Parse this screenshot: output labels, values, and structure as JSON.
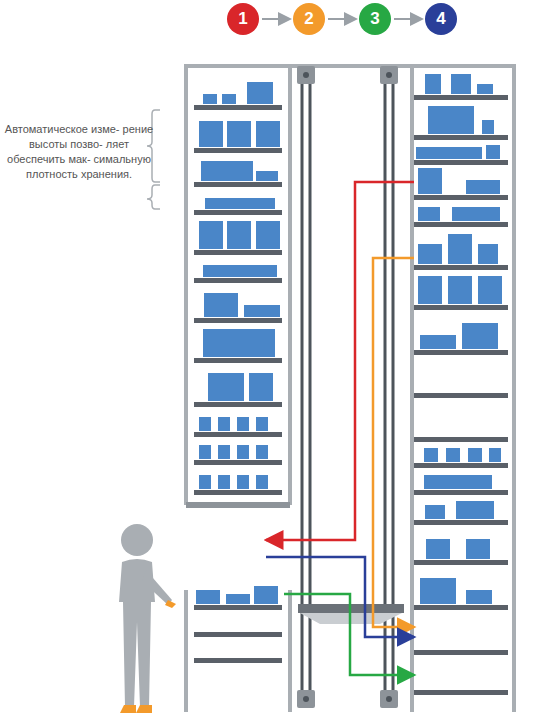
{
  "diagram": {
    "nodes": [
      {
        "text": [
          "1"
        ]
      },
      {
        "text": [
          "2"
        ]
      },
      {
        "text": [
          "3"
        ]
      },
      {
        "text": [
          "4"
        ]
      }
    ],
    "edges": [
      {
        "from": 0,
        "to": 1,
        "arrow": "to"
      },
      {
        "from": 1,
        "to": 2,
        "arrow": "to"
      },
      {
        "from": 2,
        "to": 3,
        "arrow": "to"
      }
    ],
    "labels": [
      "Автоматическое изме- рение высоты позво- ляет обеспечить мак- симальную плотность хранения."
    ]
  }
}
